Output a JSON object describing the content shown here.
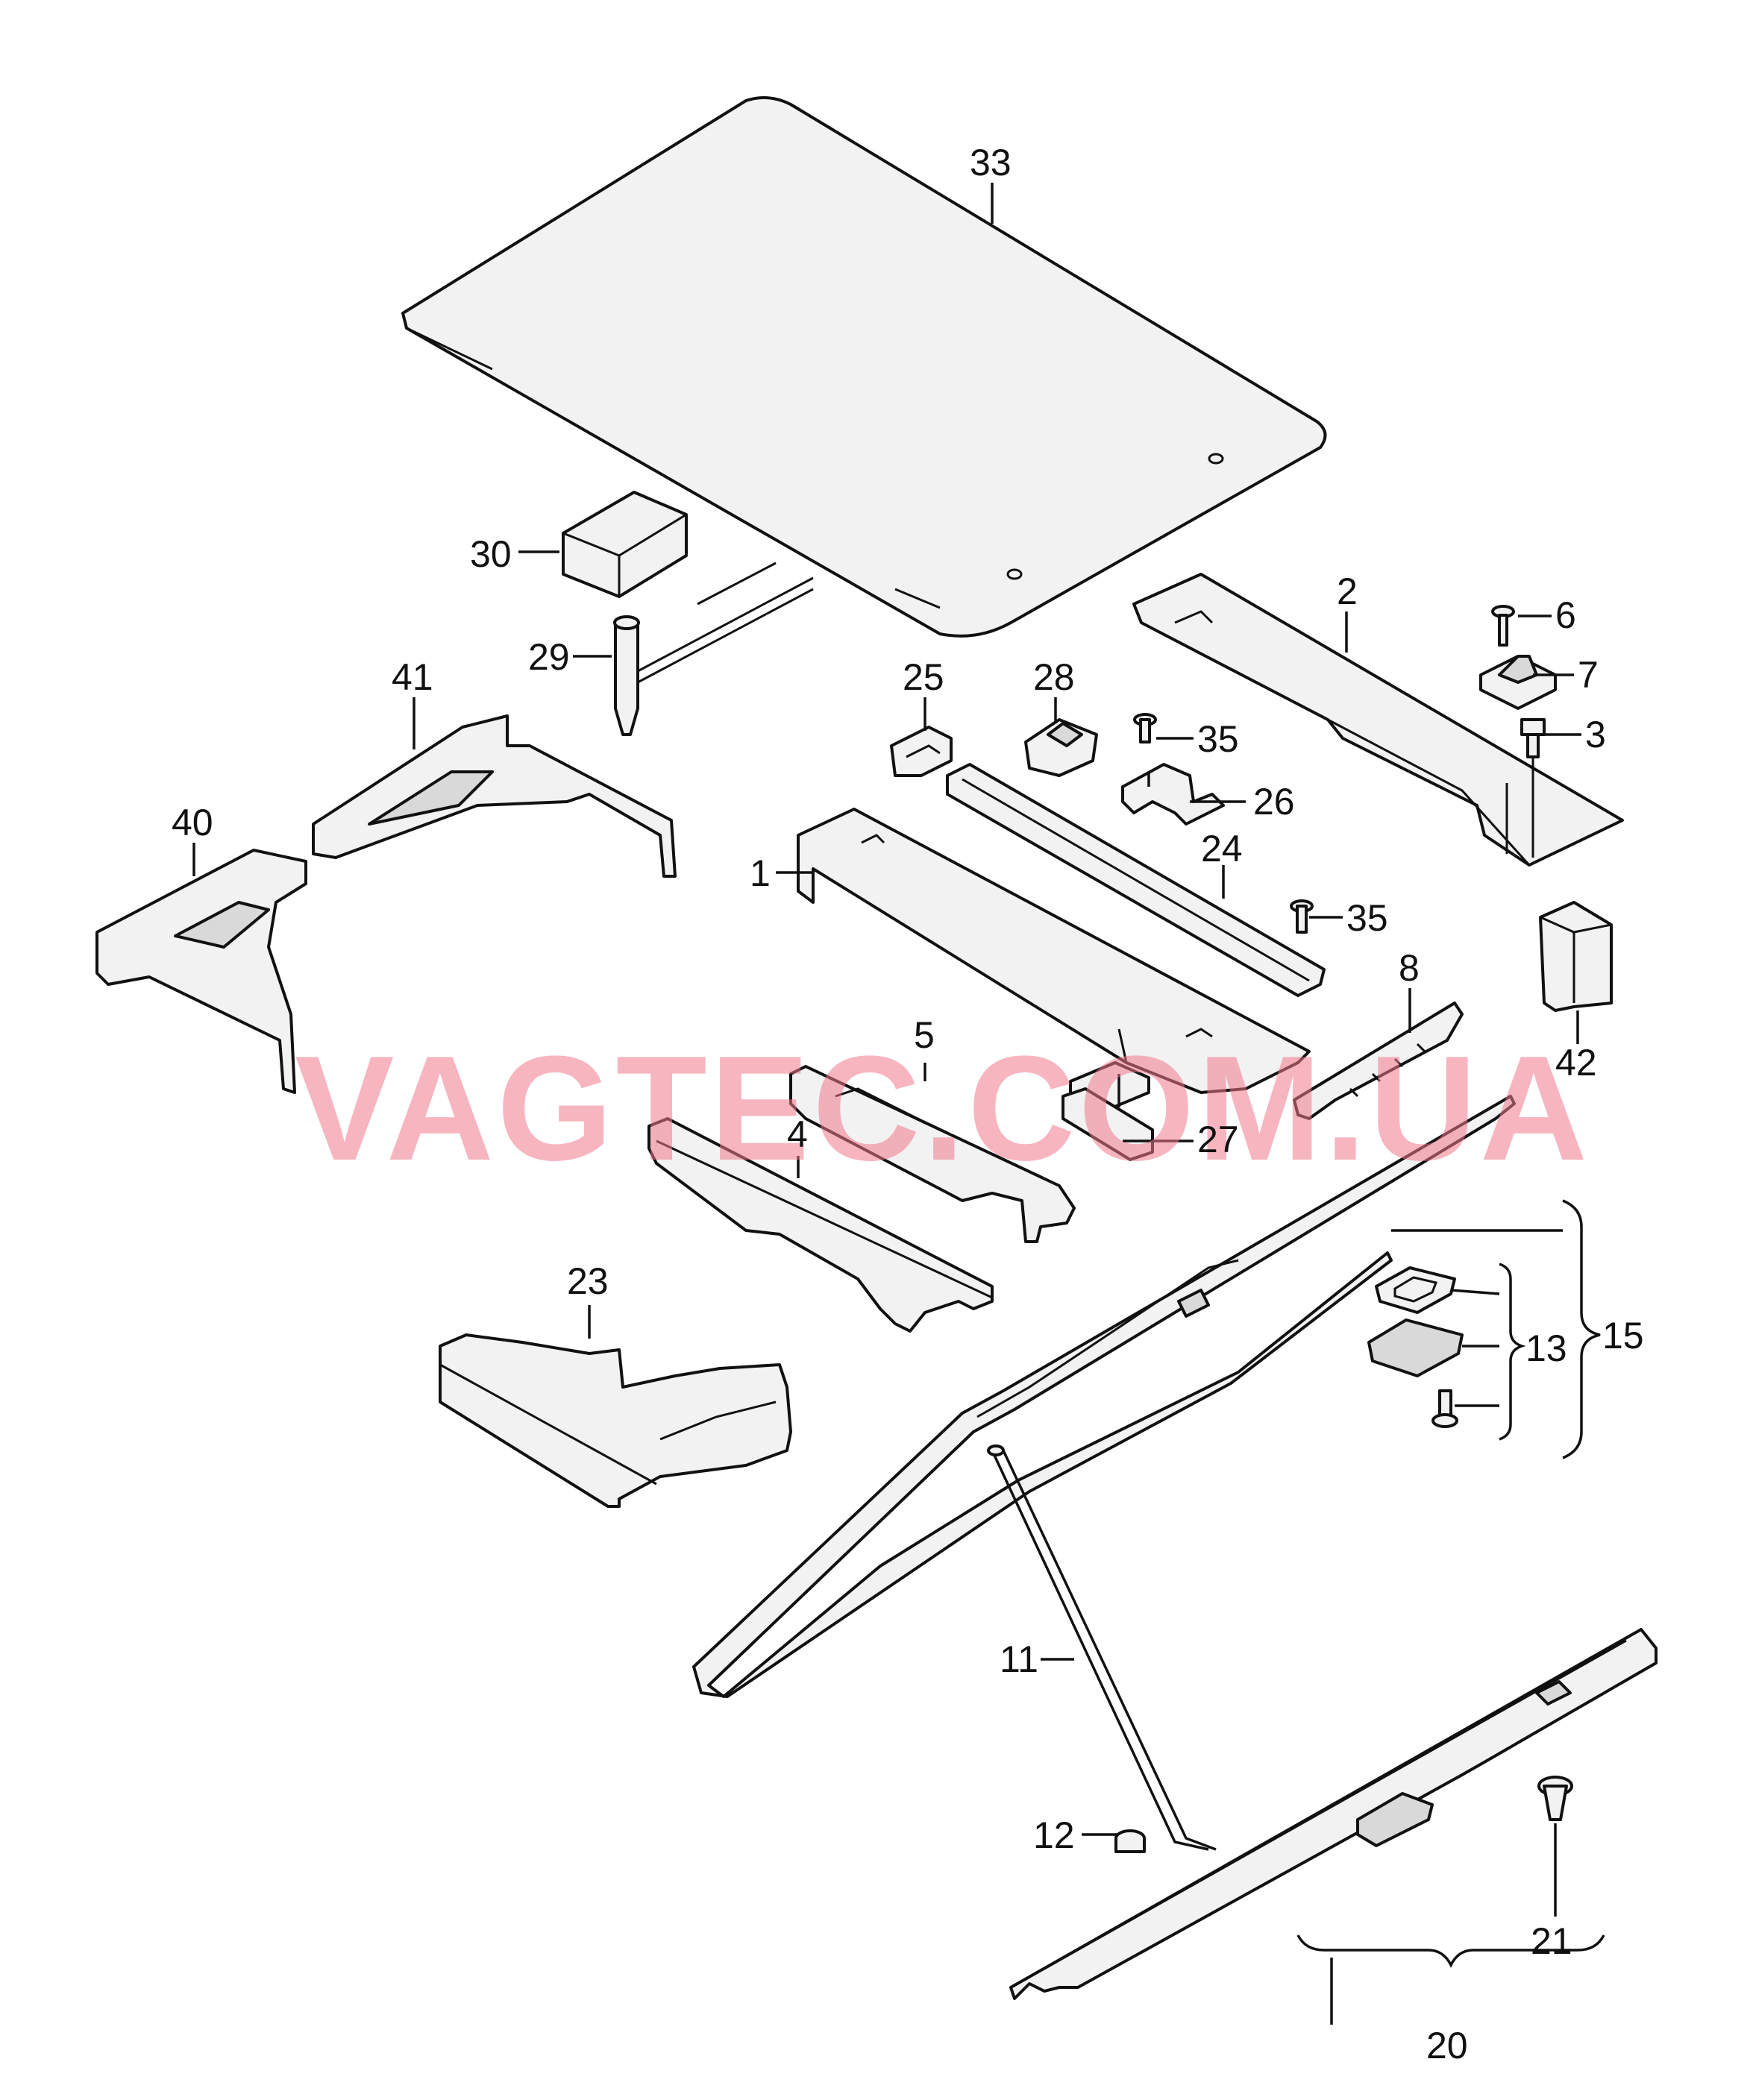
{
  "labels": {
    "p33": "33",
    "p30": "30",
    "p29": "29",
    "p2": "2",
    "p6": "6",
    "p7": "7",
    "p3": "3",
    "p25": "25",
    "p28": "28",
    "p35a": "35",
    "p26": "26",
    "p24": "24",
    "p41": "41",
    "p40": "40",
    "p1": "1",
    "p35b": "35",
    "p8": "8",
    "p42": "42",
    "p5": "5",
    "p27": "27",
    "p4": "4",
    "p15": "15",
    "p13": "13",
    "p23": "23",
    "p11": "11",
    "p12": "12",
    "p21": "21",
    "p20": "20"
  },
  "watermark": "VAGTEC.COM.UA",
  "colors": {
    "line": "#111111",
    "fill": "#f2f2f2",
    "watermark": "#f0788c"
  }
}
